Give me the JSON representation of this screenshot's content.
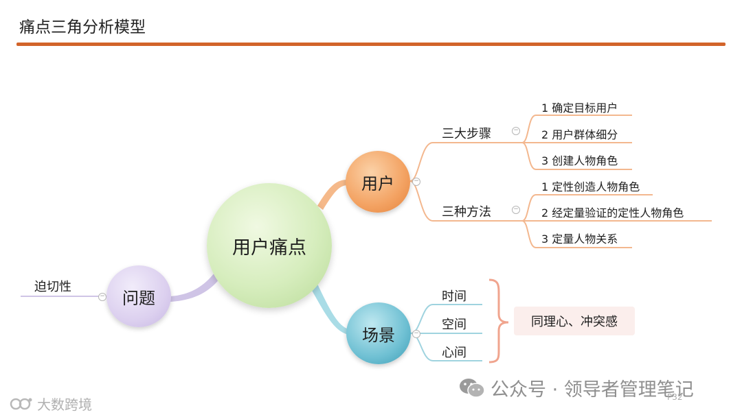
{
  "title": "痛点三角分析模型",
  "nodes": {
    "center": "用户痛点",
    "user": "用户",
    "scene": "场景",
    "problem": "问题"
  },
  "problem_branch": {
    "leaf": "迫切性"
  },
  "user_branch": {
    "steps": {
      "label": "三大步骤",
      "items": [
        "1  确定目标用户",
        "2  用户群体细分",
        "3  创建人物角色"
      ]
    },
    "methods": {
      "label": "三种方法",
      "items": [
        "1  定性创造人物角色",
        "2  经定量验证的定性人物角色",
        "3  定量人物关系"
      ]
    }
  },
  "scene_branch": {
    "items": [
      "时间",
      "空间",
      "心间"
    ],
    "summary": "同理心、冲突感"
  },
  "collapse_symbol": "−",
  "watermarks": {
    "right": "公众号 · 领导者管理笔记",
    "left": "大数跨境",
    "page": "P32"
  },
  "colors": {
    "accent_rule": "#d2642a",
    "user_branch": "#f3a262",
    "scene_branch": "#6fc0d3",
    "problem_branch": "#c6b6e3",
    "summary_bg": "#fbeeec"
  }
}
